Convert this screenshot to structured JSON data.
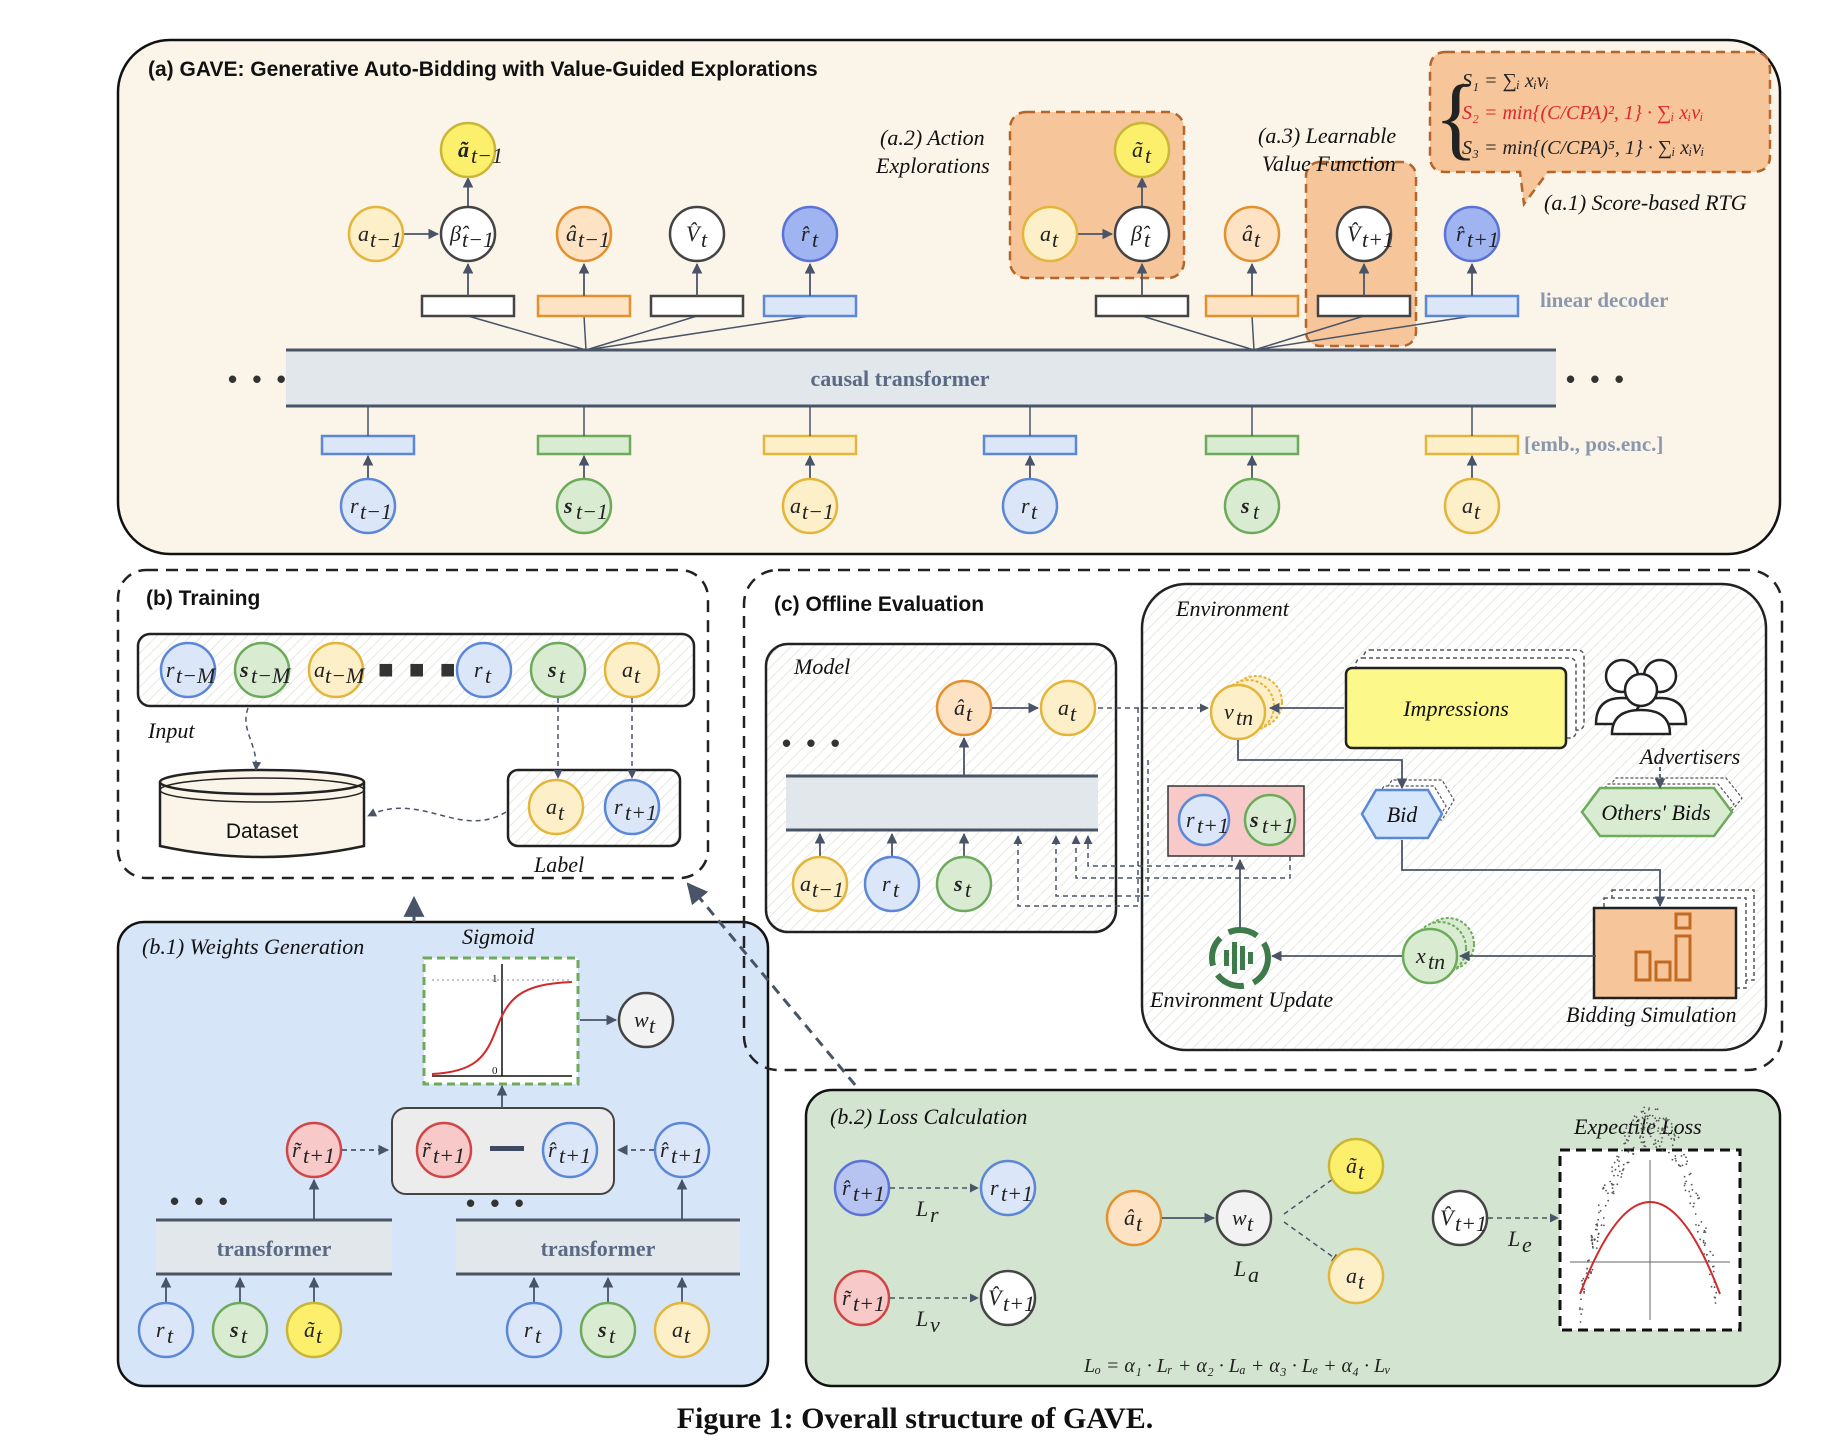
{
  "panel_a": {
    "title": "(a) GAVE: Generative Auto-Bidding with Value-Guided Explorations",
    "label_a2": [
      "(a.2) Action",
      "Explorations"
    ],
    "label_a3": [
      "(a.3) Learnable",
      "Value Function"
    ],
    "label_a1": "(a.1) Score-based RTG",
    "linear_decoder": "linear decoder",
    "causal_transformer": "causal transformer",
    "emb_label": "[emb., pos.enc.]",
    "equations": {
      "s1": "S₁ = ∑ᵢ xᵢvᵢ",
      "s2": "S₂ = min{(C/CPA)², 1} · ∑ᵢ xᵢvᵢ",
      "s3": "S₃ = min{(C/CPA)⁵, 1} · ∑ᵢ xᵢvᵢ"
    },
    "outputs": {
      "a_tilde_prev": "ã",
      "a_tilde_prev_sub": "t−1",
      "a_prev": "a",
      "a_prev_sub": "t−1",
      "beta_prev": "β̂",
      "beta_prev_sub": "t−1",
      "a_hat_prev": "â",
      "a_hat_prev_sub": "t−1",
      "v_hat": "V̂",
      "v_hat_sub": "t",
      "r_hat": "r̂",
      "r_hat_sub": "t",
      "a_tilde": "ã",
      "a_tilde_sub": "t",
      "a_t": "a",
      "a_t_sub": "t",
      "beta_t": "β̂",
      "beta_t_sub": "t",
      "a_hat_t": "â",
      "a_hat_t_sub": "t",
      "v_hat_next": "V̂",
      "v_hat_next_sub": "t+1",
      "r_hat_next": "r̂",
      "r_hat_next_sub": "t+1"
    },
    "inputs": {
      "r_prev": "r",
      "r_prev_sub": "t−1",
      "s_prev": "s",
      "s_prev_sub": "t−1",
      "a_prev": "a",
      "a_prev_sub": "t−1",
      "r_t": "r",
      "r_t_sub": "t",
      "s_t": "s",
      "s_t_sub": "t",
      "a_t": "a",
      "a_t_sub": "t"
    },
    "dots": "• • •"
  },
  "panel_b": {
    "title": "(b) Training",
    "input_label": "Input",
    "dataset": "Dataset",
    "label": "Label",
    "seq": [
      {
        "sym": "r",
        "sub": "t−M"
      },
      {
        "sym": "s",
        "sub": "t−M"
      },
      {
        "sym": "a",
        "sub": "t−M"
      },
      {
        "sym": "r",
        "sub": "t"
      },
      {
        "sym": "s",
        "sub": "t"
      },
      {
        "sym": "a",
        "sub": "t"
      }
    ],
    "label_items": [
      {
        "sym": "a",
        "sub": "t"
      },
      {
        "sym": "r",
        "sub": "t+1"
      }
    ]
  },
  "panel_b1": {
    "title": "(b.1) Weights Generation",
    "sigmoid": "Sigmoid",
    "tick_1": "1",
    "tick_0": "0",
    "w_t": "w",
    "w_t_sub": "t",
    "transformer": "transformer",
    "r_tilde": "r̃",
    "r_tilde_sub": "t+1",
    "r_hat": "r̂",
    "r_hat_sub": "t+1",
    "left_inputs": [
      {
        "sym": "r",
        "sub": "t"
      },
      {
        "sym": "s",
        "sub": "t"
      },
      {
        "sym": "ã",
        "sub": "t"
      }
    ],
    "right_inputs": [
      {
        "sym": "r",
        "sub": "t"
      },
      {
        "sym": "s",
        "sub": "t"
      },
      {
        "sym": "a",
        "sub": "t"
      }
    ]
  },
  "panel_c": {
    "title": "(c) Offline Evaluation",
    "model": "Model",
    "environment": "Environment",
    "impressions": "Impressions",
    "advertisers": "Advertisers",
    "bid": "Bid",
    "others_bids": "Others' Bids",
    "env_update": "Environment Update",
    "bidding_sim": "Bidding Simulation",
    "v_tn": "v",
    "v_tn_sub": "tn",
    "x_tn": "x",
    "x_tn_sub": "tn",
    "a_hat": "â",
    "a_hat_sub": "t",
    "a_t": "a",
    "a_t_sub": "t",
    "r_next": "r",
    "r_next_sub": "t+1",
    "s_next": "s",
    "s_next_sub": "t+1",
    "inputs": [
      {
        "sym": "a",
        "sub": "t−1"
      },
      {
        "sym": "r",
        "sub": "t"
      },
      {
        "sym": "s",
        "sub": "t"
      }
    ]
  },
  "panel_b2": {
    "title": "(b.2) Loss Calculation",
    "expectile": "Expectile Loss",
    "L_r": "L",
    "L_r_sub": "r",
    "L_v": "L",
    "L_v_sub": "v",
    "L_a": "L",
    "L_a_sub": "a",
    "L_e": "L",
    "L_e_sub": "e",
    "total_loss": "Lₒ = α₁ · Lᵣ + α₂ · Lₐ + α₃ · Lₑ + α₄ · Lᵥ"
  },
  "caption": "Figure 1: Overall structure of GAVE.",
  "colors": {
    "panel_a_bg": "#faf5e8",
    "panel_b1_bg": "#d7e5f8",
    "panel_b2_bg": "#d3e5d0",
    "orange_highlight": "#f6c59a",
    "yellow": "#fcef6c",
    "blue_node": "#dbe6f8",
    "green_node": "#d9ecd2",
    "orange_node": "#fde2c4",
    "red_node": "#f7c9c9"
  }
}
